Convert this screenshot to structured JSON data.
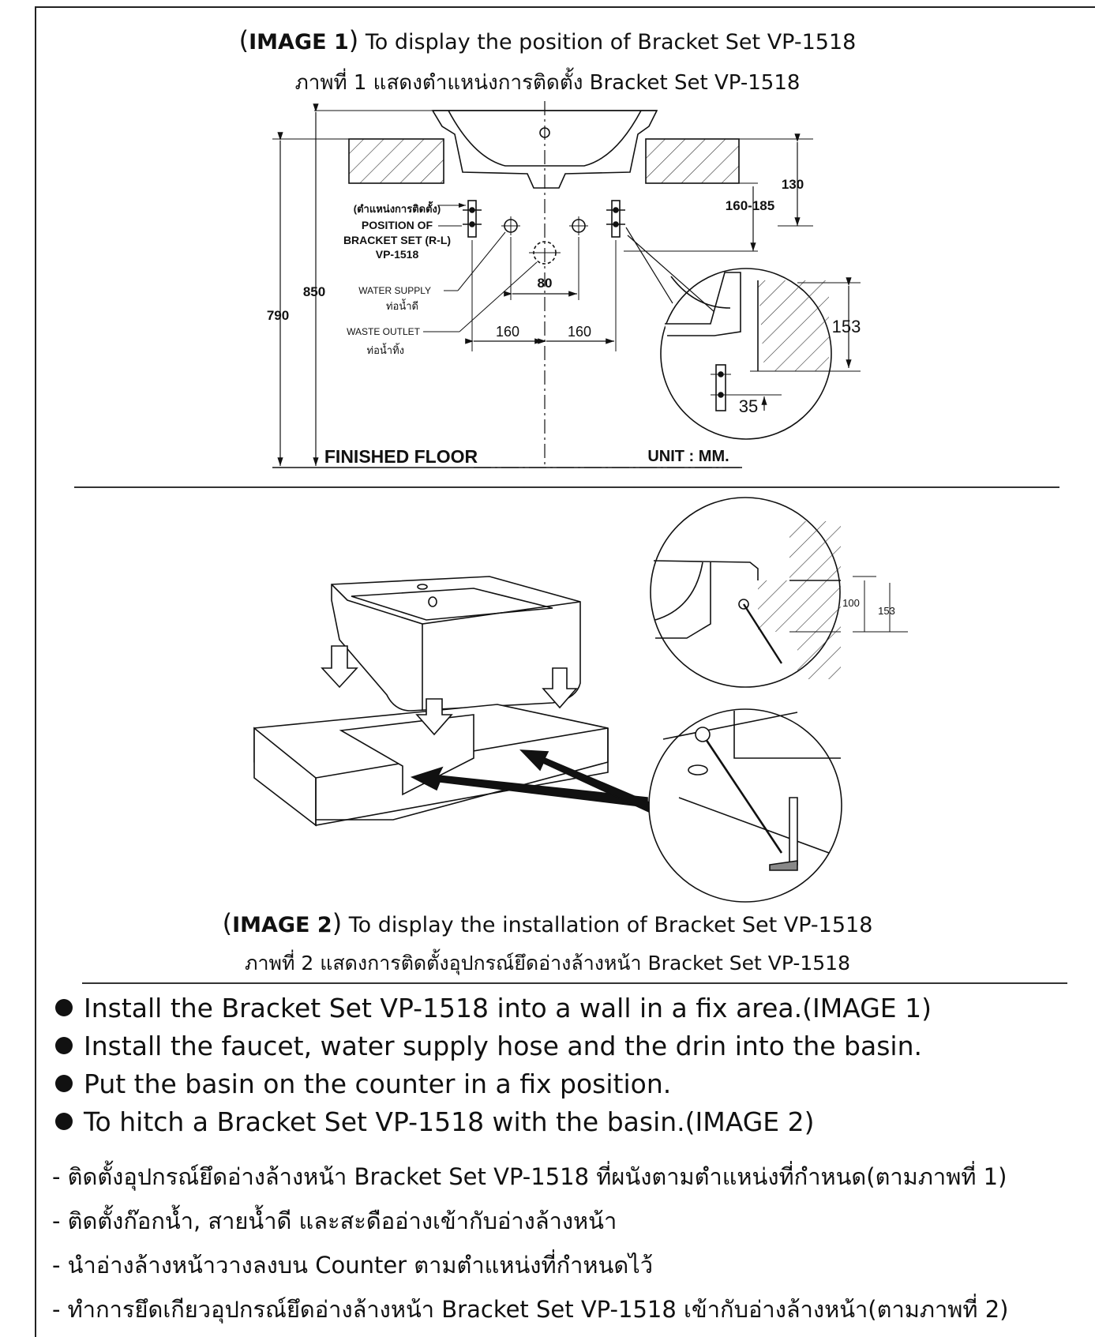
{
  "image1": {
    "caption_en_label": "IMAGE 1",
    "caption_en_text": "To display the position of Bracket Set VP-1518",
    "caption_th": "ภาพที่ 1 แสดงตำแหน่งการติดตั้ง Bracket Set VP-1518",
    "labels": {
      "position_th": "(ตำแหน่งการติดตั้ง)",
      "position_line1": "POSITION OF",
      "position_line2": "BRACKET SET (R-L)",
      "position_line3": "VP-1518",
      "water_supply": "WATER SUPPLY",
      "water_supply_th": "ท่อน้ำดี",
      "waste_outlet": "WASTE OUTLET",
      "waste_outlet_th": "ท่อน้ำทิ้ง",
      "finished_floor": "FINISHED FLOOR",
      "unit": "UNIT : MM."
    },
    "dimensions": {
      "d130": "130",
      "d160_185": "160-185",
      "d850": "850",
      "d790": "790",
      "d80": "80",
      "d160_left": "160",
      "d160_right": "160",
      "d153": "153",
      "d35": "35"
    }
  },
  "image2": {
    "caption_en_label": "IMAGE 2",
    "caption_en_text": "To display the installation of Bracket Set VP-1518",
    "caption_th": "ภาพที่ 2 แสดงการติดตั้งอุปกรณ์ยึดอ่างล้างหน้า Bracket Set VP-1518",
    "dimensions": {
      "d100": "100",
      "d153": "153"
    }
  },
  "instructions_en": [
    "Install the Bracket Set VP-1518 into a wall in a fix area.(IMAGE 1)",
    "Install the faucet, water supply hose and the drin into the basin.",
    "Put the basin on the counter in a fix position.",
    "To hitch a Bracket Set VP-1518 with the basin.(IMAGE 2)"
  ],
  "instructions_th": [
    "- ติดตั้งอุปกรณ์ยึดอ่างล้างหน้า Bracket Set VP-1518 ที่ผนังตามตำแหน่งที่กำหนด(ตามภาพที่ 1)",
    "- ติดตั้งก๊อกน้ำ, สายน้ำดี และสะดืออ่างเข้ากับอ่างล้างหน้า",
    "- นำอ่างล้างหน้าวางลงบน Counter ตามตำแหน่งที่กำหนดไว้",
    "- ทำการยึดเกียวอุปกรณ์ยึดอ่างล้างหน้า Bracket Set VP-1518 เข้ากับอ่างล้างหน้า(ตามภาพที่ 2)"
  ]
}
